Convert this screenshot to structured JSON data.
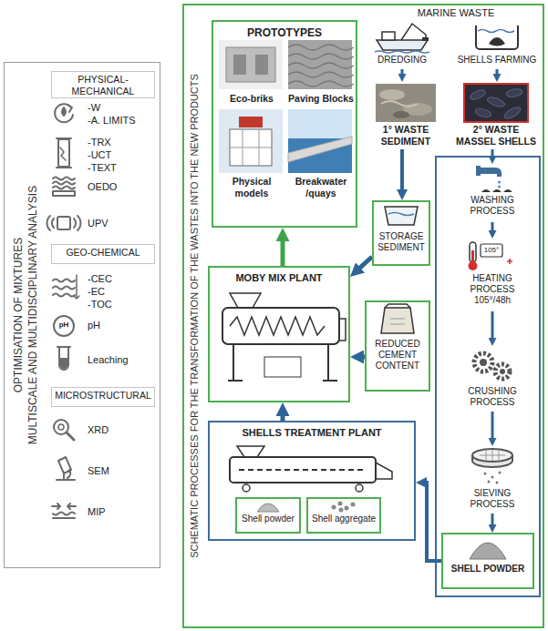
{
  "diagram": {
    "nodes": [
      {
        "text": [
          "OPTIMISATION OF MIXTURES",
          "MULTISCALE AND MULTIDISCIPLINARY ANALYSIS"
        ]
      },
      {
        "text": [
          "PHYSICAL-MECHANICAL"
        ],
        "in": 0
      },
      {
        "text": [
          "GEO-CHEMICAL"
        ],
        "in": 0
      },
      {
        "text": [
          "MICROSTRUCTURAL"
        ],
        "in": 0
      },
      {
        "text": [
          "SCHEMATIC PROCESSES FOR THE TRANSFORMATION OF THE WASTES INTO THE NEW PRODUCTS"
        ]
      },
      {
        "text": [
          "PROTOTYPES"
        ],
        "in": 4
      },
      {
        "text": [
          "DREDGING"
        ],
        "in": 4
      },
      {
        "text": [
          "SHELLS FARMING"
        ],
        "in": 4
      },
      {
        "text": [
          "1° WASTE SEDIMENT"
        ],
        "in": 4
      },
      {
        "text": [
          "2° WASTE MASSEL SHELLS"
        ],
        "in": 4
      },
      {
        "text": [
          "STORAGE SEDIMENT"
        ],
        "in": 4
      },
      {
        "text": [
          "WASHING PROCESS"
        ],
        "in": 4
      },
      {
        "text": [
          "MOBY MIX PLANT"
        ],
        "in": 4
      },
      {
        "text": [
          "HEATING PROCESS 105°/48h"
        ],
        "in": 4
      },
      {
        "text": [
          "REDUCED CEMENT CONTENT"
        ],
        "in": 4
      },
      {
        "text": [
          "CRUSHING PROCESS"
        ],
        "in": 4
      },
      {
        "text": [
          "SHELLS TREATMENT PLANT"
        ],
        "in": 4
      },
      {
        "text": [
          "Shell powder"
        ],
        "in": 16
      },
      {
        "text": [
          "Shell aggregate"
        ],
        "in": 16
      },
      {
        "text": [
          "SIEVING PROCESS"
        ],
        "in": 4
      },
      {
        "text": [
          "SHELL POWDER"
        ],
        "in": 4
      }
    ],
    "edges": [
      {
        "from": 6,
        "to": 8,
        "arrow": "to"
      },
      {
        "from": 7,
        "to": 9,
        "arrow": "to"
      },
      {
        "from": 8,
        "to": 10,
        "arrow": "to"
      },
      {
        "from": 10,
        "to": 12,
        "arrow": "to"
      },
      {
        "from": 14,
        "to": 12,
        "arrow": "to"
      },
      {
        "from": 16,
        "to": 12,
        "arrow": "to"
      },
      {
        "from": 12,
        "to": 5,
        "arrow": "to"
      },
      {
        "from": 9,
        "to": 11,
        "arrow": "to"
      },
      {
        "from": 11,
        "to": 13,
        "arrow": "to"
      },
      {
        "from": 13,
        "to": 15,
        "arrow": "to"
      },
      {
        "from": 15,
        "to": 19,
        "arrow": "to"
      },
      {
        "from": 19,
        "to": 20,
        "arrow": "to"
      },
      {
        "from": 20,
        "to": 16,
        "arrow": "to"
      }
    ],
    "labels": [
      "-W",
      "-A. LIMITS",
      "-TRX",
      "-UCT",
      "-TEXT",
      "OEDO",
      "UPV",
      "-CEC",
      "-EC",
      "-TOC",
      "pH",
      "pH",
      "Leaching",
      "XRD",
      "SEM",
      "MIP",
      "MARINE WASTE",
      "Eco-briks",
      "Paving Blocks",
      "Physical models",
      "Breakwater /quays",
      "105°"
    ]
  }
}
